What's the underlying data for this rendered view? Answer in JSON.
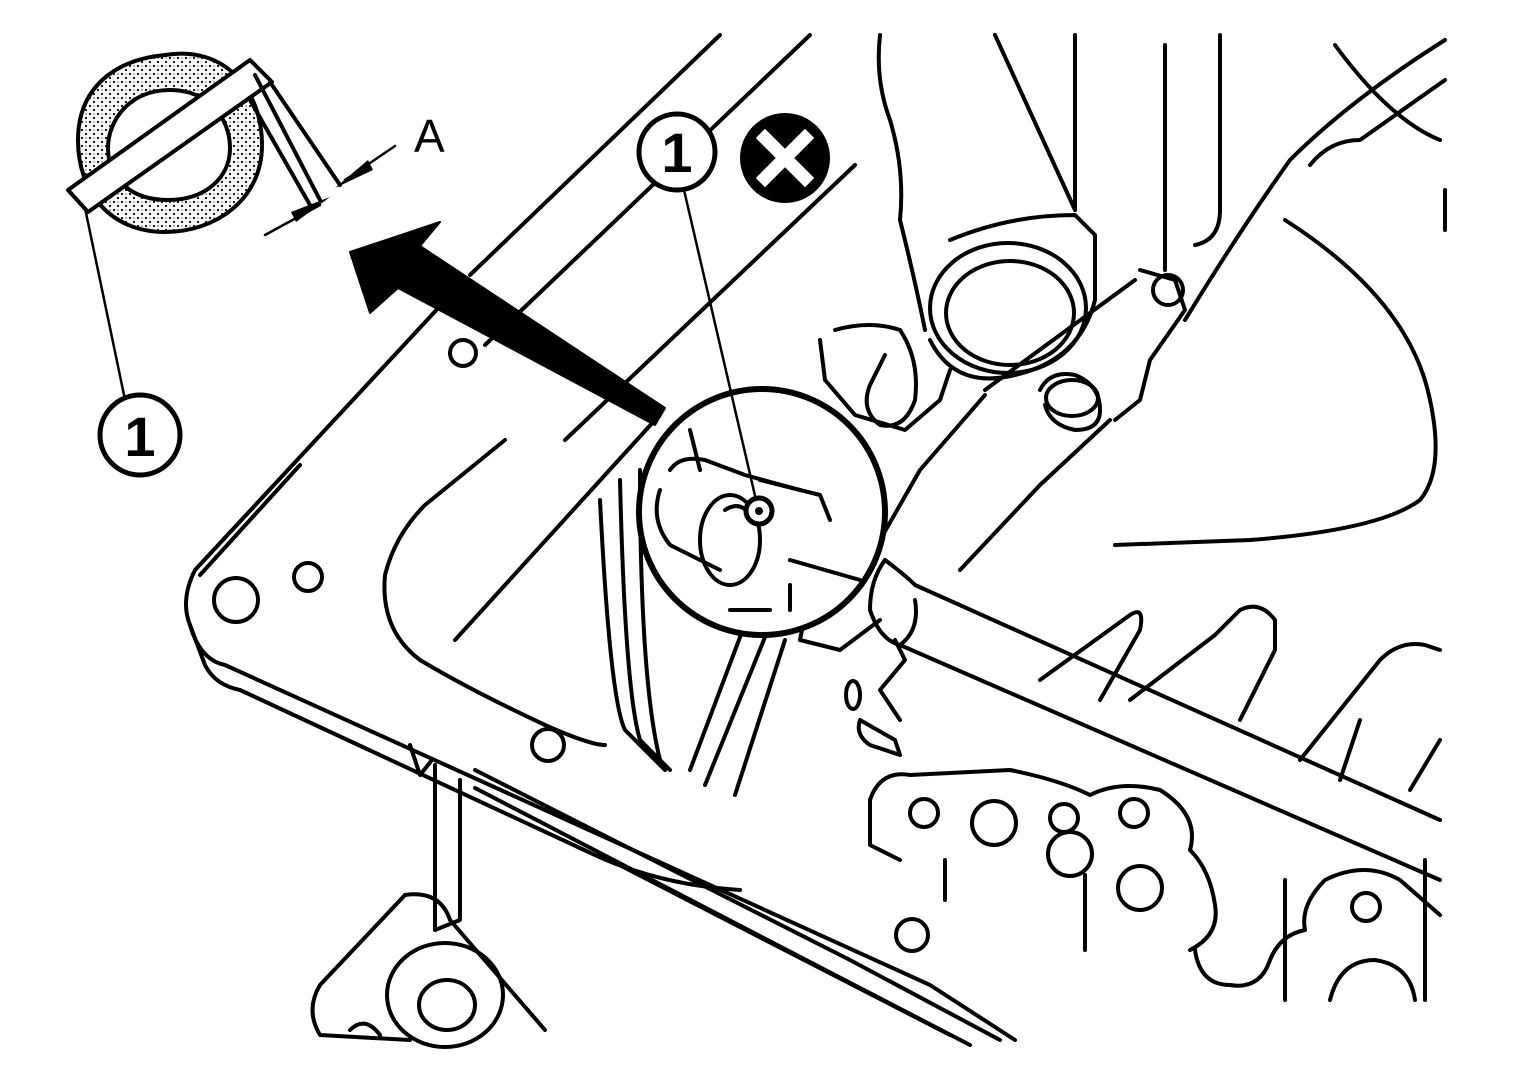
{
  "callouts": {
    "detail_number": "1",
    "part_number": "1"
  },
  "dimension": {
    "label": "A"
  },
  "icons": {
    "not_reusable": "x-circle-icon",
    "direction": "arrow-icon"
  },
  "colors": {
    "line": "#000000",
    "background": "#ffffff"
  }
}
